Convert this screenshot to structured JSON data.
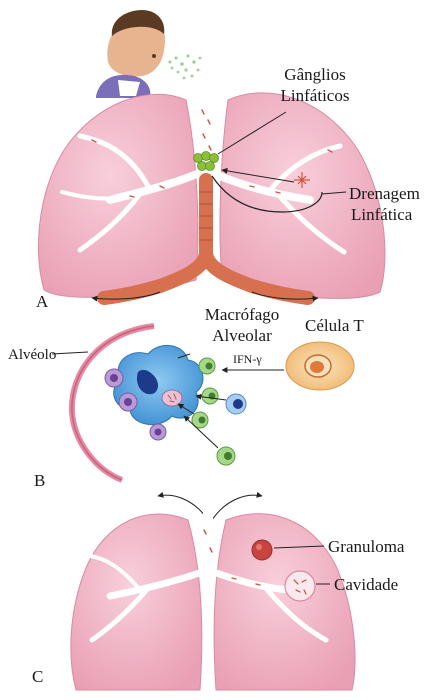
{
  "panels": {
    "a": {
      "letter": "A",
      "label_nodes_line1": "Gânglios",
      "label_nodes_line2": "Linfáticos",
      "label_drainage_line1": "Drenagem",
      "label_drainage_line2": "Linfática"
    },
    "b": {
      "letter": "B",
      "label_alveolus": "Alvéolo",
      "label_macrophage_line1": "Macrófago",
      "label_macrophage_line2": "Alveolar",
      "label_tcell": "Célula T",
      "label_ifn": "IFN-γ"
    },
    "c": {
      "letter": "C",
      "label_granuloma": "Granuloma",
      "label_cavity": "Cavidade"
    }
  },
  "colors": {
    "lung": "#f2b6c6",
    "lung_edge": "#d98aa2",
    "airway": "#ffffff",
    "trachea": "#d6704f",
    "macrophage": "#5aa8e0",
    "tcell": "#f3c48a",
    "granuloma": "#c9433f"
  }
}
